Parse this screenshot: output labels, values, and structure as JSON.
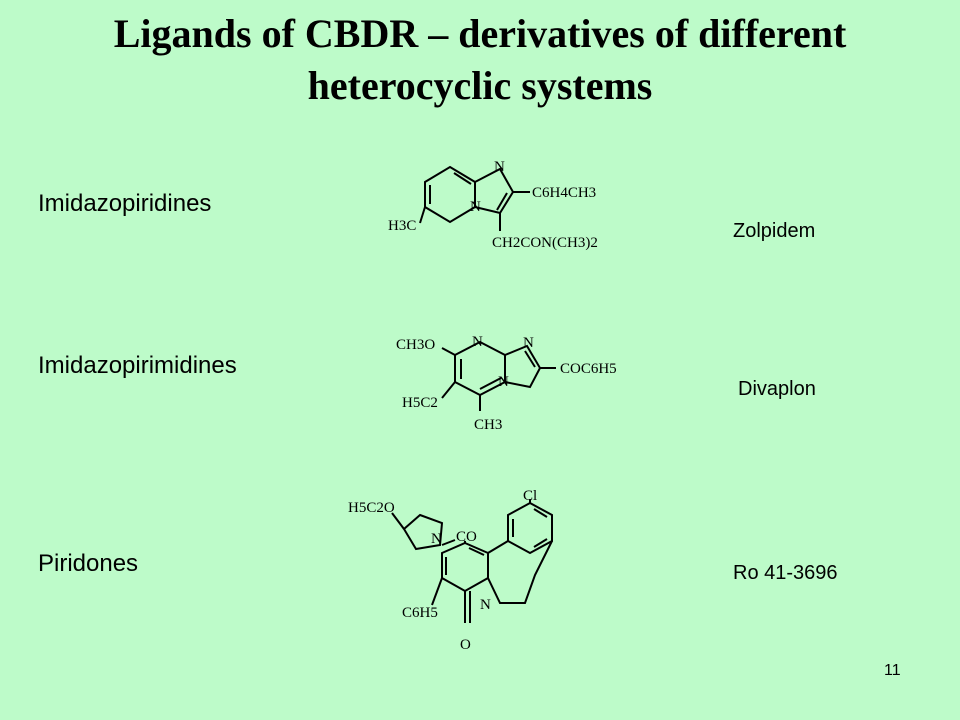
{
  "slide": {
    "title_line1": "Ligands of CBDR – derivatives of different",
    "title_line2": "heterocyclic systems",
    "page_number": "11"
  },
  "compounds": [
    {
      "class_name": "Imidazopiridines",
      "drug_name": "Zolpidem",
      "structure": {
        "atom_n1": "N",
        "atom_n2": "N",
        "sub_right": "C6H4CH3",
        "sub_left": "H3C",
        "sub_bottom": "CH2CON(CH3)2"
      }
    },
    {
      "class_name": "Imidazopirimidines",
      "drug_name": "Divaplon",
      "structure": {
        "atom_n1": "N",
        "atom_n2": "N",
        "atom_n3": "N",
        "sub_top_left": "CH3O",
        "sub_right": "COC6H5",
        "sub_left": "H5C2",
        "sub_bottom": "CH3"
      }
    },
    {
      "class_name": "Piridones",
      "drug_name": "Ro 41-3696",
      "structure": {
        "sub_ester": "H5C2O",
        "atom_pyrrolidine_n": "N",
        "sub_carbonyl": "CO",
        "sub_chloro": "Cl",
        "atom_ring_n": "N",
        "sub_left": "C6H5",
        "atom_oxo": "O"
      }
    }
  ]
}
